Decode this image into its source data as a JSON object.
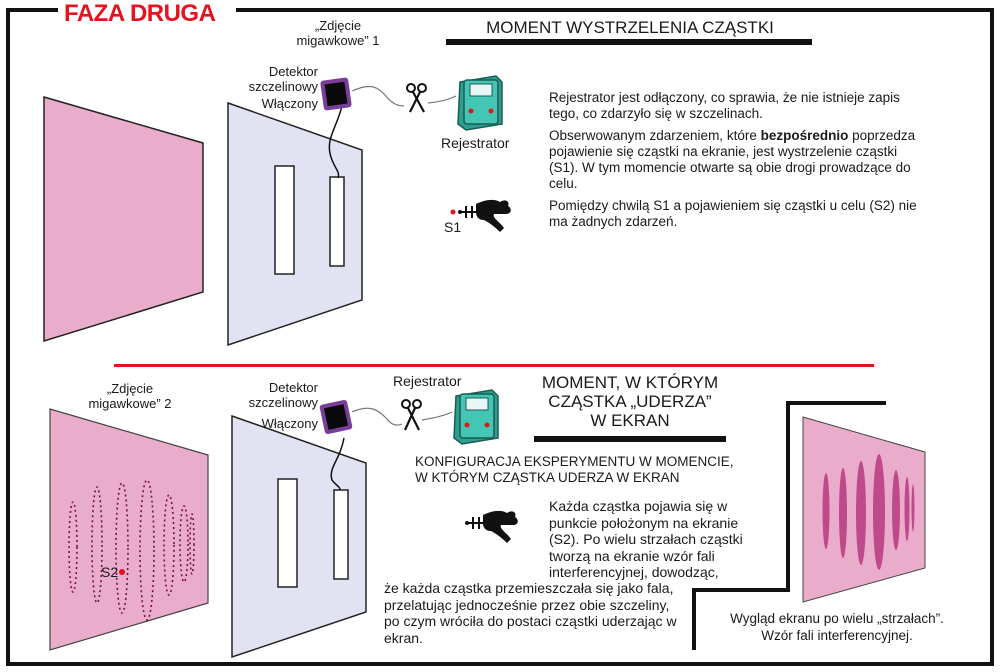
{
  "title": "FAZA DRUGA",
  "colors": {
    "title": "#e3141f",
    "screen_pink": "#eaaccb",
    "slit_panel": "#e1e2f2",
    "detector": "#7a3e9a",
    "recorder": "#3fbfae",
    "divider_red": "#e3141f"
  },
  "top": {
    "snapshot_label": "„Zdjęcie migawkowe” 1",
    "detector_label_line1": "Detektor",
    "detector_label_line2": "szczelinowy",
    "detector_state": "Włączony",
    "recorder_label": "Rejestrator",
    "heading": "MOMENT WYSTRZELENIA CZĄSTKI",
    "particle_label": "S1",
    "paragraphs": {
      "p1": "Rejestrator jest odłączony, co sprawia, że nie istnieje zapis tego, co zdarzyło się w szczelinach.",
      "p2_before": "Obserwowanym zdarzeniem, które ",
      "p2_bold": "bezpośrednio",
      "p2_after": " poprzedza pojawienie się cząstki na ekranie, jest wystrzelenie cząstki (S1). W tym momencie otwarte są obie drogi prowadzące do celu.",
      "p3": "Pomiędzy chwilą S1 a pojawieniem się cząstki u celu (S2) nie ma żadnych zdarzeń."
    }
  },
  "bottom": {
    "snapshot_label_line1": "„Zdjęcie",
    "snapshot_label_line2": "migawkowe” 2",
    "detector_label_line1": "Detektor",
    "detector_label_line2": "szczelinowy",
    "detector_state": "Włączony",
    "recorder_label": "Rejestrator",
    "heading_line1": "MOMENT, W KTÓRYM",
    "heading_line2": "CZĄSTKA „UDERZA”",
    "heading_line3": "W EKRAN",
    "config_line1": "KONFIGURACJA EKSPERYMENTU W MOMENCIE,",
    "config_line2": "W KTÓRYM CZĄSTKA UDERZA W EKRAN",
    "impact_label": "S2",
    "text_right": "Każda cząstka pojawia się w punkcie położonym na ekranie (S2). Po wielu strzałach cząstki tworzą na ekranie wzór fali interferencyjnej, dowodząc,",
    "text_left": "że każda cząstka przemieszczała się jako fala, przelatując jednocześnie przez obie szczeliny, po czym wróciła do postaci cząstki uderzając w ekran.",
    "caption_line1": "Wygląd ekranu po wielu „strzałach”.",
    "caption_line2": "Wzór fali interferencyjnej."
  }
}
